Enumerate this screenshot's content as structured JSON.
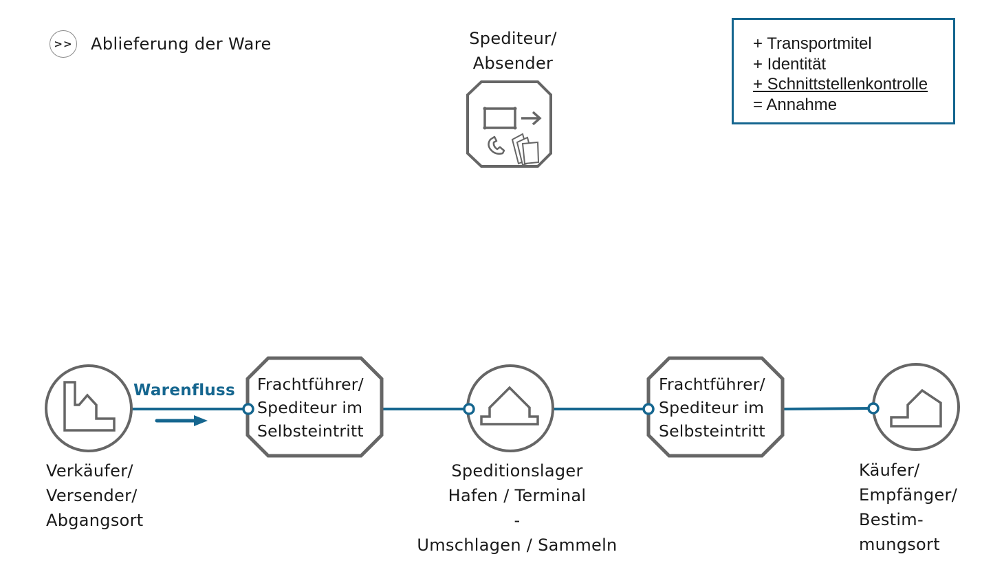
{
  "header": {
    "nav_button_label": ">>",
    "title": "Ablieferung der Ware"
  },
  "top_node": {
    "label_lines": [
      "Spediteur/",
      "Absender"
    ],
    "icon": "freight-docs-icon"
  },
  "legend": {
    "lines": [
      "+ Transportmitel",
      "+ Identität",
      "+ Schnittstellenkontrolle",
      "= Annahme"
    ]
  },
  "flow": {
    "label": "Warenfluss",
    "color": "#15668f"
  },
  "nodes": [
    {
      "id": "seller",
      "icon": "factory-icon",
      "label_lines": [
        "Verkäufer/",
        "Versender/",
        "Abgangsort"
      ]
    },
    {
      "id": "carrier1",
      "icon": "octagon",
      "label_lines": [
        "Frachtführer/",
        "Spediteur im",
        "Selbsteintritt"
      ]
    },
    {
      "id": "warehouse",
      "icon": "warehouse-icon",
      "label_lines": [
        "Speditionslager",
        "Hafen / Terminal",
        "-",
        "Umschlagen / Sammeln"
      ]
    },
    {
      "id": "carrier2",
      "icon": "octagon",
      "label_lines": [
        "Frachtführer/",
        "Spediteur im",
        "Selbsteintritt"
      ]
    },
    {
      "id": "buyer",
      "icon": "house-icon",
      "label_lines": [
        "Käufer/",
        "Empfänger/",
        "Bestim-",
        "mungsort"
      ]
    }
  ],
  "colors": {
    "stroke_gray": "#666666",
    "accent_blue": "#15668f"
  }
}
